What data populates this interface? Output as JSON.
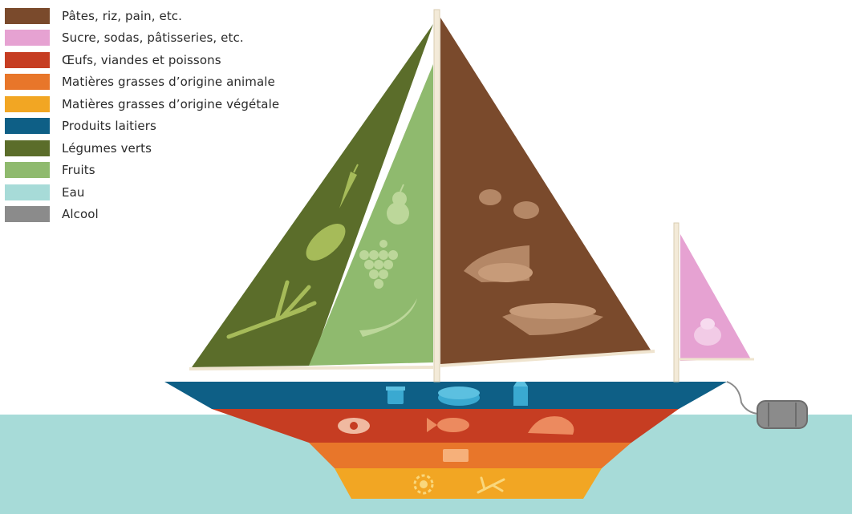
{
  "legend": {
    "items": [
      {
        "key": "pasta",
        "label": "Pâtes, riz, pain, etc.",
        "color": "#7a4a2c"
      },
      {
        "key": "sugar",
        "label": "Sucre, sodas, pâtisseries, etc.",
        "color": "#e6a2d2"
      },
      {
        "key": "protein",
        "label": "Œufs, viandes et poissons",
        "color": "#c63d22"
      },
      {
        "key": "animal_fat",
        "label": "Matières grasses d’origine animale",
        "color": "#e8762a"
      },
      {
        "key": "veg_fat",
        "label": "Matières grasses d’origine végétale",
        "color": "#f2a623"
      },
      {
        "key": "dairy",
        "label": "Produits laitiers",
        "color": "#0e5f86"
      },
      {
        "key": "veg",
        "label": "Légumes verts",
        "color": "#5b6d2a"
      },
      {
        "key": "fruit",
        "label": "Fruits",
        "color": "#8fba6e"
      },
      {
        "key": "water",
        "label": "Eau",
        "color": "#a7dbd8"
      },
      {
        "key": "alcohol",
        "label": "Alcool",
        "color": "#8b8b8b"
      }
    ]
  },
  "icons": {
    "sail_green": [
      "carrot",
      "zucchini",
      "leek"
    ],
    "sail_fruit": [
      "pear",
      "grapes",
      "banana"
    ],
    "sail_pasta": [
      "potatoes",
      "bread",
      "pasta-bowl"
    ],
    "sail_sugar": [
      "cake"
    ],
    "hull_dairy": [
      "yogurt",
      "cheese",
      "milk-carton"
    ],
    "hull_protein": [
      "egg",
      "fish",
      "meat"
    ],
    "hull_animal_fat": [
      "butter"
    ],
    "hull_veg_fat": [
      "sunflower",
      "olive-branch"
    ],
    "buoy": "barrel"
  }
}
